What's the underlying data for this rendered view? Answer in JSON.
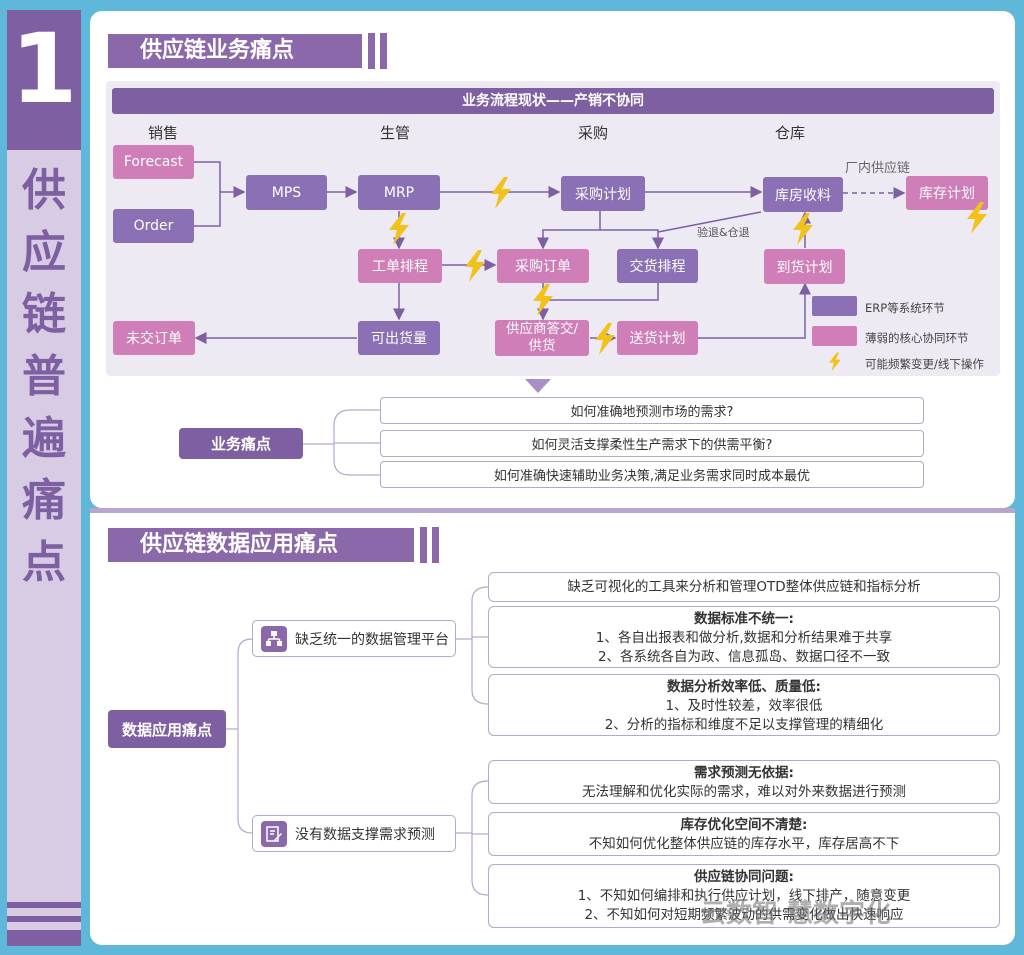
{
  "sidebar": {
    "number": "1",
    "vertical_title": [
      "供",
      "应",
      "链",
      "普",
      "遍",
      "痛",
      "点"
    ]
  },
  "section1": {
    "title": "供应链业务痛点",
    "flow_title": "业务流程现状——产销不协同",
    "columns": [
      "销售",
      "生管",
      "采购",
      "仓库"
    ],
    "factory_label": "厂内供应链",
    "return_label": "验退&仓退",
    "nodes": {
      "forecast": "Forecast",
      "order": "Order",
      "mps": "MPS",
      "mrp": "MRP",
      "purchase_plan": "采购计划",
      "warehouse_receive": "库房收料",
      "inventory_plan": "库存计划",
      "work_schedule": "工单排程",
      "purchase_order": "采购订单",
      "delivery_schedule": "交货排程",
      "arrival_plan": "到货计划",
      "unfulfilled_order": "未交订单",
      "available_qty": "可出货量",
      "supplier_reply": "供应商答交/供货",
      "delivery_plan": "送货计划"
    },
    "legend": {
      "erp": "ERP等系统环节",
      "weak": "薄弱的核心协同环节",
      "change": "可能频繁变更/线下操作"
    },
    "pain_label": "业务痛点",
    "questions": [
      "如何准确地预测市场的需求?",
      "如何灵活支撑柔性生产需求下的供需平衡?",
      "如何准确快速辅助业务决策,满足业务需求同时成本最优"
    ]
  },
  "section2": {
    "title": "供应链数据应用痛点",
    "root": "数据应用痛点",
    "branch1": "缺乏统一的数据管理平台",
    "branch2": "没有数据支撑需求预测",
    "items1": [
      {
        "title": "",
        "lines": [
          "缺乏可视化的工具来分析和管理OTD整体供应链和指标分析"
        ]
      },
      {
        "title": "数据标准不统一:",
        "lines": [
          "1、各自出报表和做分析,数据和分析结果难于共享",
          "2、各系统各自为政、信息孤岛、数据口径不一致"
        ]
      },
      {
        "title": "数据分析效率低、质量低:",
        "lines": [
          "1、及时性较差，效率很低",
          "2、分析的指标和维度不足以支撑管理的精细化"
        ]
      }
    ],
    "items2": [
      {
        "title": "需求预测无依据:",
        "lines": [
          "无法理解和优化实际的需求，难以对外来数据进行预测"
        ]
      },
      {
        "title": "库存优化空间不清楚:",
        "lines": [
          "不知如何优化整体供应链的库存水平，库存居高不下"
        ]
      },
      {
        "title": "供应链协同问题:",
        "lines": [
          "1、不知如何编排和执行供应计划，线下排产，随意变更",
          "2、不知如何对短期频繁波动的供需变化做出快速响应"
        ]
      }
    ]
  },
  "watermark": "云数智 慧数字化",
  "colors": {
    "erp": "#8b70b5",
    "weak": "#cf7eb8",
    "accent": "#7d5fa2",
    "background": "#5fb7d9"
  }
}
